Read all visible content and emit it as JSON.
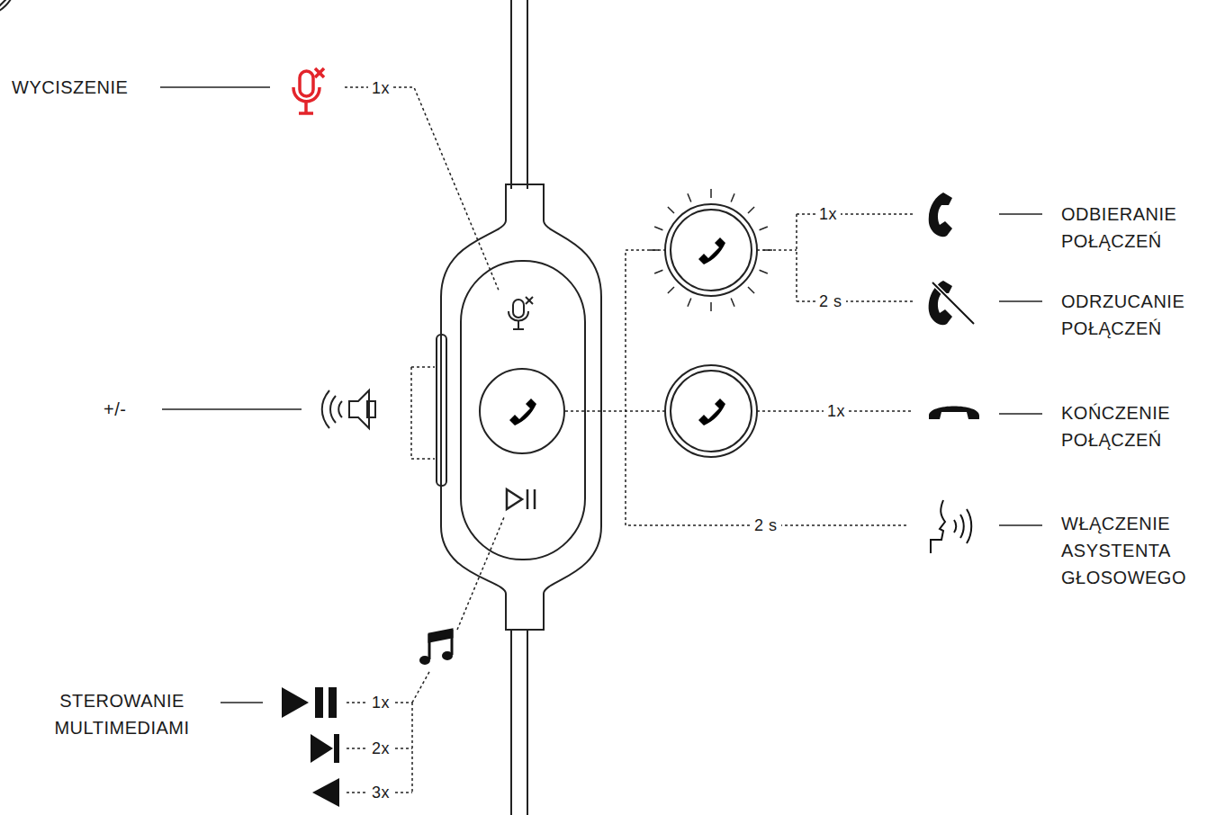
{
  "diagram": {
    "labels": [
      "WYCISZENIE",
      "1x",
      "1x",
      "ODBIERANIE POŁĄCZEŃ",
      "2 s",
      "ODRZUCANIE POŁĄCZEŃ",
      "+/-",
      "1x",
      "KOŃCZENIE POŁĄCZEŃ",
      "2 s",
      "WŁĄCZENIE ASYSTENTA GŁOSOWEGO",
      "STEROWANIE MULTIMEDIAMI",
      "1x",
      "2x",
      "3x"
    ]
  }
}
